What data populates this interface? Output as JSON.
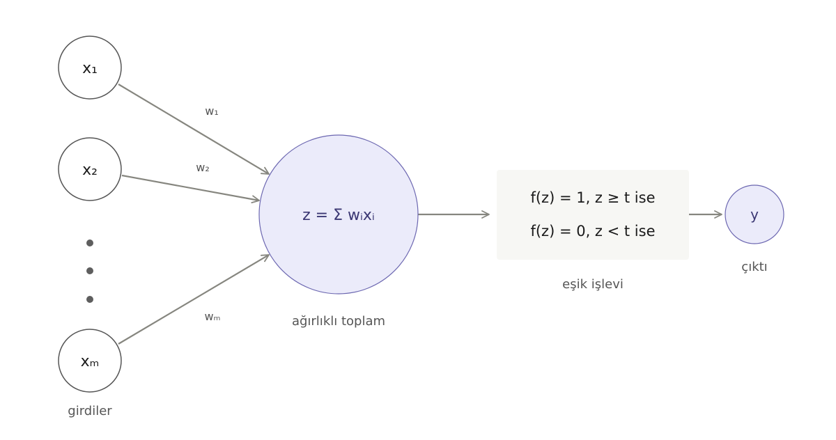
{
  "inputs": {
    "nodes": [
      {
        "label": "x₁"
      },
      {
        "label": "x₂"
      },
      {
        "label": "xₘ"
      }
    ],
    "caption": "girdiler"
  },
  "weights": [
    "w₁",
    "w₂",
    "wₘ"
  ],
  "sum_node": {
    "formula": "z = Σ wᵢxᵢ",
    "caption": "ağırlıklı toplam"
  },
  "threshold": {
    "line1": "f(z) = 1, z ≥ t ise",
    "line2": "f(z) = 0, z < t ise",
    "caption": "eşik işlevi"
  },
  "output": {
    "label": "y",
    "caption": "çıktı"
  },
  "colors": {
    "sum_fill": "#ebebfa",
    "sum_stroke": "#6b66b0",
    "sum_text": "#3b3773",
    "edge": "#86867f",
    "caption": "#555555",
    "box_fill": "#f7f7f4"
  }
}
